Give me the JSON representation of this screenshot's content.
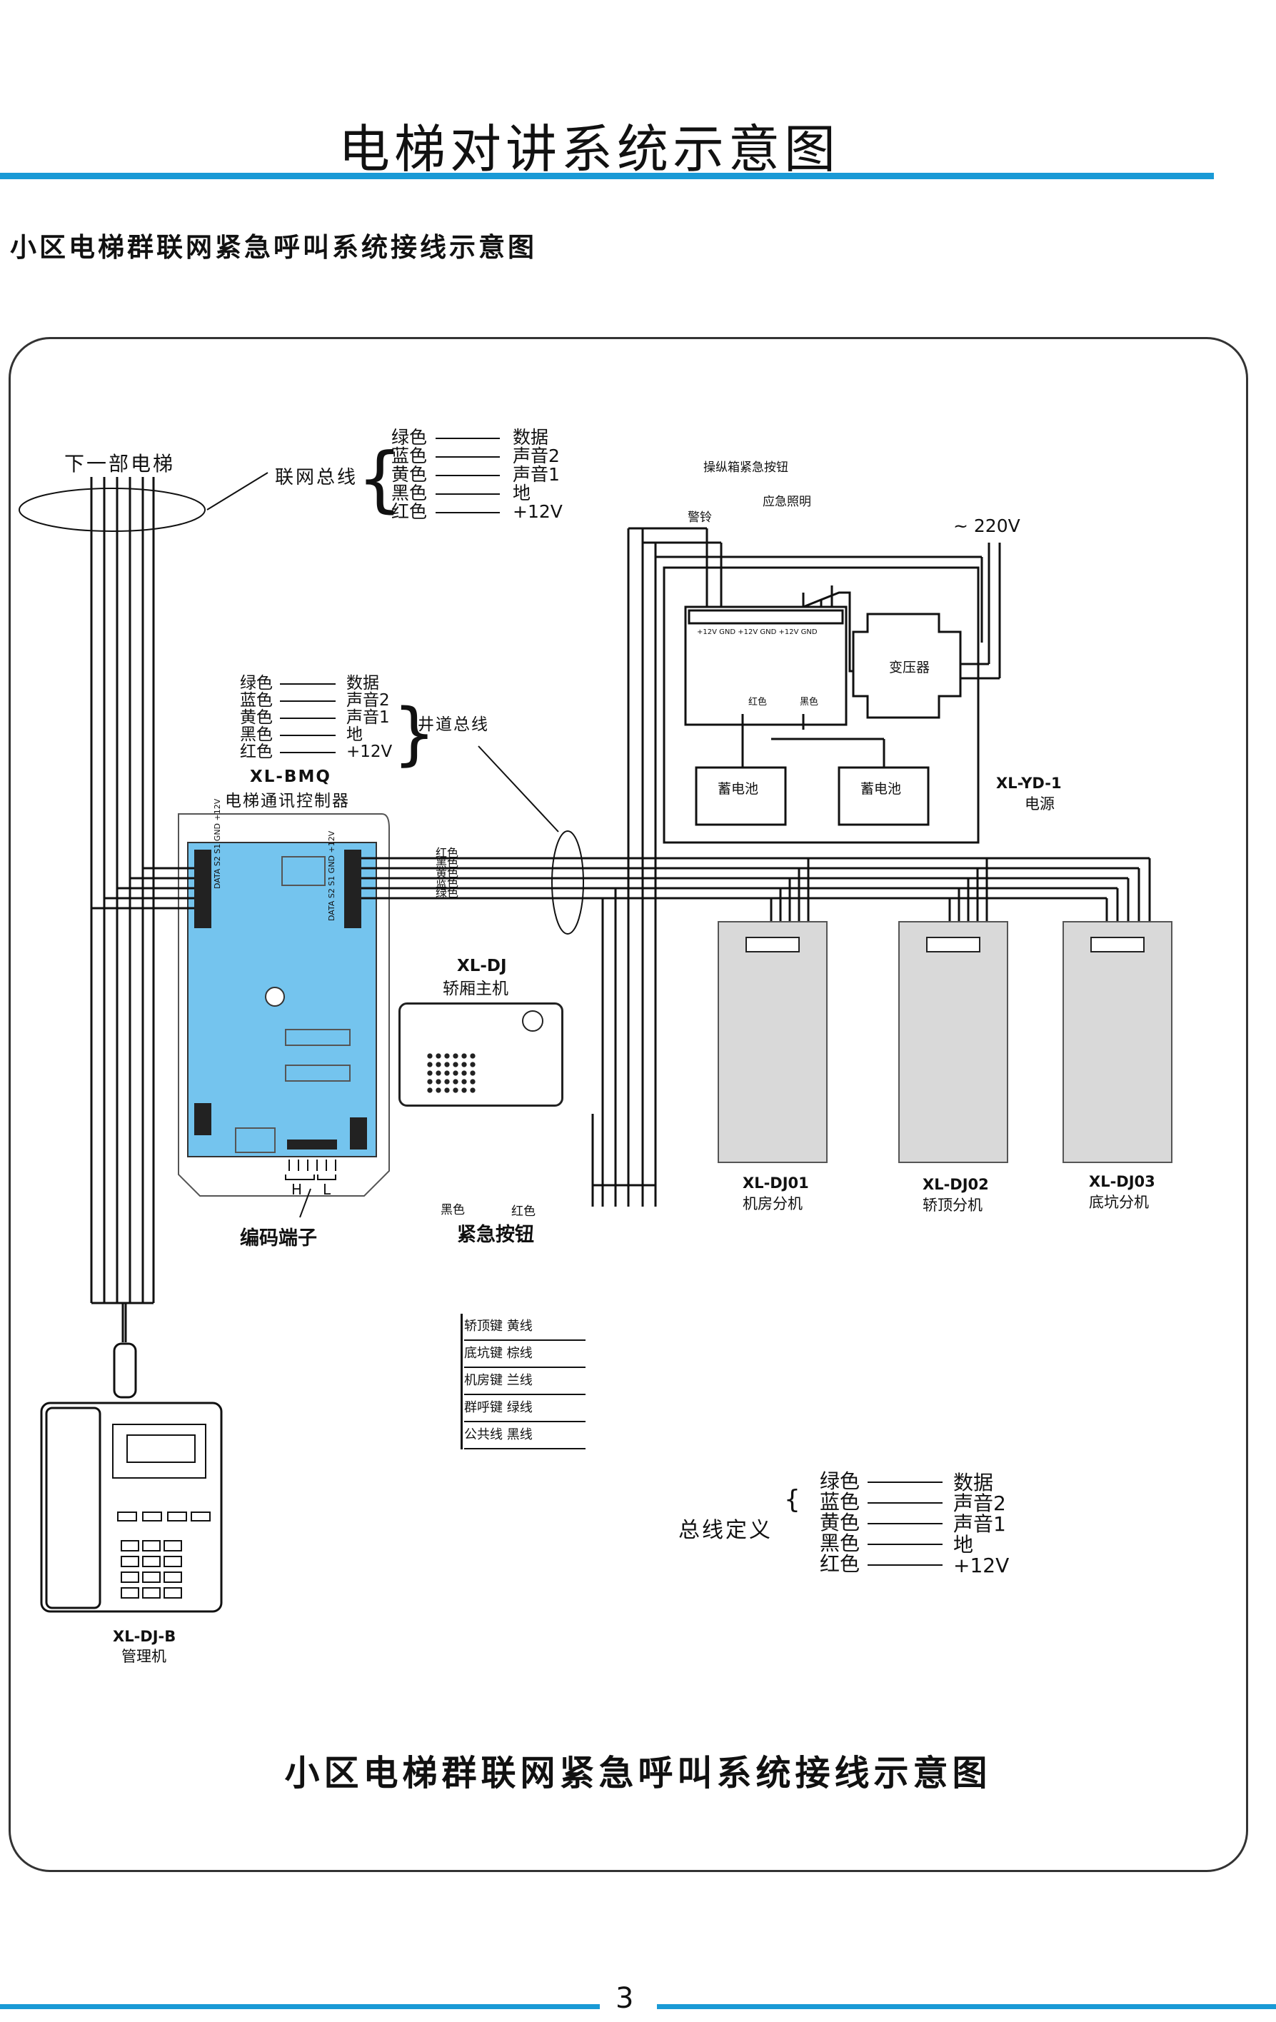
{
  "header": {
    "title": "电梯对讲系统示意图"
  },
  "subtitle": "小区电梯群联网紧急呼叫系统接线示意图",
  "caption": "小区电梯群联网紧急呼叫系统接线示意图",
  "page_number": "3",
  "colors": {
    "accent": "#1a9ad6",
    "board": "#74c4ee",
    "unit": "#d9d9d9"
  },
  "wire_colors": [
    "绿色",
    "蓝色",
    "黄色",
    "黑色",
    "红色"
  ],
  "wire_signals": [
    "数据",
    "声音2",
    "声音1",
    "地",
    "+12V"
  ],
  "network_bus": {
    "next_elevator": "下一部电梯",
    "label": "联网总线"
  },
  "shaft_bus": {
    "label": "井道总线"
  },
  "controller": {
    "model": "XL-BMQ",
    "name": "电梯通讯控制器",
    "pins_left": "DATA S2 S1 GND +12V",
    "pins_right": "DATA S2 S1 GND +12V",
    "jumper_h": "H",
    "jumper_l": "L"
  },
  "coding_terminal": "编码端子",
  "power": {
    "model": "XL-YD-1",
    "name": "电源",
    "ac": "~ 220V",
    "button_label": "操纵箱紧急按钮",
    "bell_label": "警铃",
    "light_label": "应急照明",
    "terminals": "+12V GND +12V GND +12V GND",
    "transformer": "变压器",
    "battery1": "蓄电池",
    "battery2": "蓄电池",
    "red": "红色",
    "black": "黑色"
  },
  "car_unit": {
    "model": "XL-DJ",
    "name": "轿厢主机"
  },
  "shaft_wire_labels": [
    "红色",
    "黑色",
    "黄色",
    "蓝色",
    "绿色"
  ],
  "emergency_button": {
    "label": "紧急按钮",
    "black": "黑色",
    "red": "红色"
  },
  "keys": [
    "轿顶键 黄线",
    "底坑键 棕线",
    "机房键 兰线",
    "群呼键 绿线",
    "公共线 黑线"
  ],
  "sub_units": [
    {
      "model": "XL-DJ01",
      "name": "机房分机"
    },
    {
      "model": "XL-DJ02",
      "name": "轿顶分机"
    },
    {
      "model": "XL-DJ03",
      "name": "底坑分机"
    }
  ],
  "manager": {
    "model": "XL-DJ-B",
    "name": "管理机"
  },
  "bus_definition": {
    "label": "总线定义"
  }
}
